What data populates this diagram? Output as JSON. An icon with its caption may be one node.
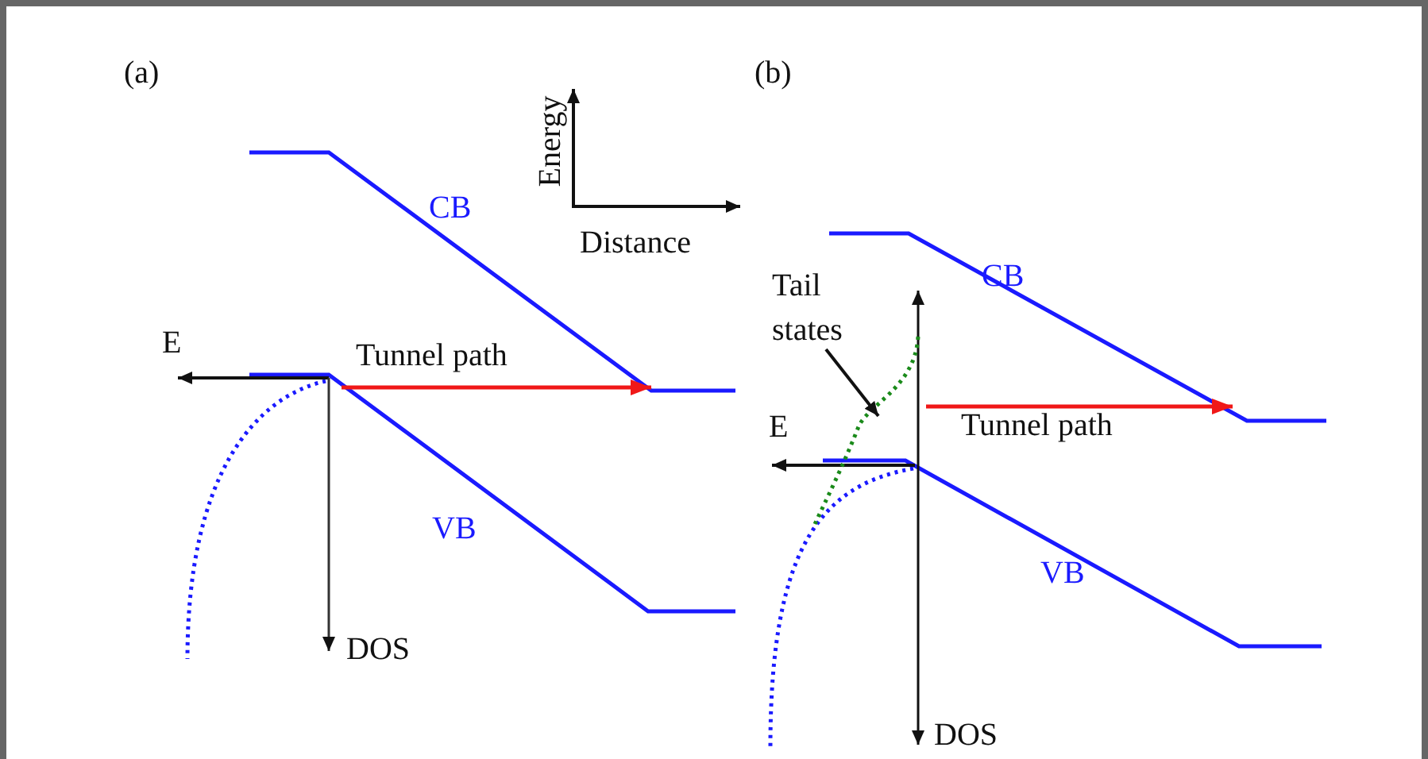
{
  "diagram": {
    "nodes": [
      {
        "text": [
          "Tail states"
        ]
      },
      {
        "text": [],
        "shape": "curve"
      }
    ],
    "edges": [
      {
        "from": 0,
        "to": 1,
        "arrow": "to"
      }
    ],
    "labels": [
      "(a)",
      "Energy",
      "Distance",
      "CB",
      "E",
      "Tunnel path",
      "VB",
      "DOS",
      "(b)",
      "CB",
      "E",
      "Tunnel path",
      "VB",
      "DOS"
    ]
  }
}
